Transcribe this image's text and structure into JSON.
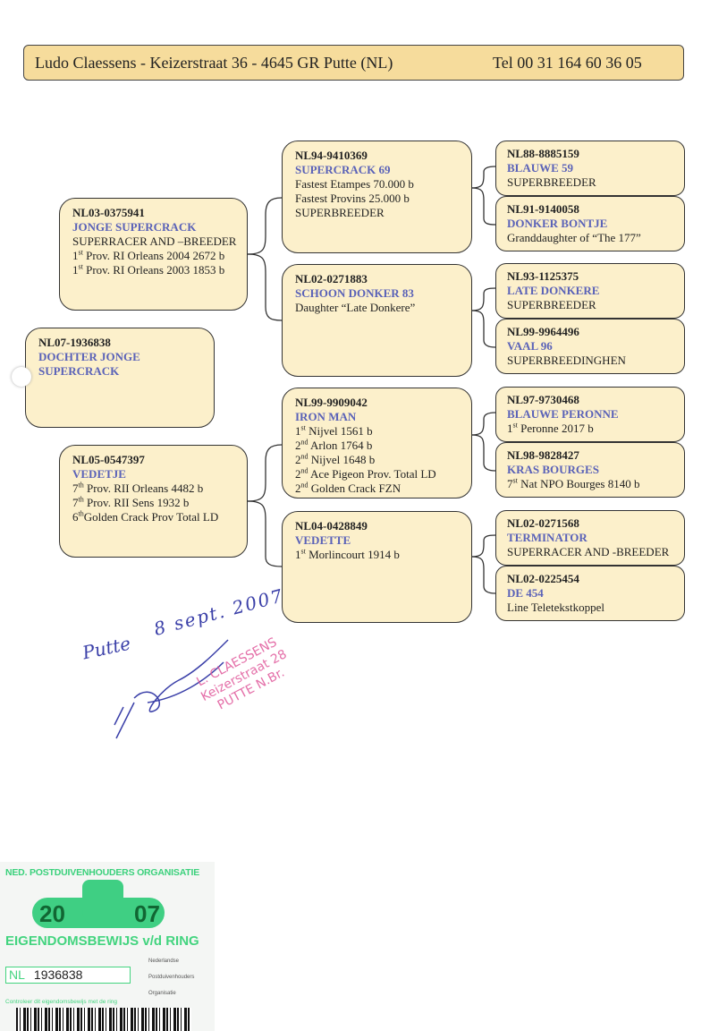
{
  "header": {
    "address": "Ludo Claessens - Keizerstraat 36 - 4645 GR  Putte (NL)",
    "tel": "Tel 00 31 164 60 36 05"
  },
  "pedigree": {
    "subject": {
      "ring": "NL07-1936838",
      "name": "DOCHTER JONGE SUPERCRACK",
      "lines": []
    },
    "sire": {
      "ring": "NL03-0375941",
      "name": "JONGE SUPERCRACK",
      "lines": [
        {
          "n": "",
          "sup": "",
          "t": "SUPERRACER AND –BREEDER"
        },
        {
          "n": "1",
          "sup": "st",
          "t": " Prov. RI Orleans 2004 2672 b"
        },
        {
          "n": "1",
          "sup": "st",
          "t": " Prov. RI Orleans 2003 1853 b"
        }
      ]
    },
    "dam": {
      "ring": "NL05-0547397",
      "name": "VEDETJE",
      "lines": [
        {
          "n": "7",
          "sup": "th",
          "t": " Prov. RII Orleans 4482 b"
        },
        {
          "n": "7",
          "sup": "th",
          "t": " Prov. RII Sens 1932 b"
        },
        {
          "n": "6",
          "sup": "th",
          "t": "Golden Crack Prov Total LD"
        }
      ]
    },
    "ss": {
      "ring": "NL94-9410369",
      "name": "SUPERCRACK 69",
      "lines": [
        {
          "n": "",
          "sup": "",
          "t": "Fastest Etampes 70.000 b"
        },
        {
          "n": "",
          "sup": "",
          "t": "Fastest Provins 25.000 b"
        },
        {
          "n": "",
          "sup": "",
          "t": "SUPERBREEDER"
        }
      ]
    },
    "sd": {
      "ring": "NL02-0271883",
      "name": "SCHOON DONKER 83",
      "lines": [
        {
          "n": "",
          "sup": "",
          "t": "Daughter “Late Donkere”"
        }
      ]
    },
    "ds": {
      "ring": "NL99-9909042",
      "name": "IRON MAN",
      "lines": [
        {
          "n": "1",
          "sup": "st",
          "t": " Nijvel 1561 b"
        },
        {
          "n": "2",
          "sup": "nd",
          "t": " Arlon 1764 b"
        },
        {
          "n": "2",
          "sup": "nd",
          "t": " Nijvel 1648 b"
        },
        {
          "n": "2",
          "sup": "nd",
          "t": " Ace Pigeon Prov. Total LD"
        },
        {
          "n": "2",
          "sup": "nd",
          "t": " Golden Crack FZN"
        }
      ]
    },
    "dd": {
      "ring": "NL04-0428849",
      "name": "VEDETTE",
      "lines": [
        {
          "n": "1",
          "sup": "st",
          "t": " Morlincourt 1914 b"
        }
      ]
    },
    "sss": {
      "ring": "NL88-8885159",
      "name": "BLAUWE 59",
      "lines": [
        {
          "n": "",
          "sup": "",
          "t": "SUPERBREEDER"
        }
      ]
    },
    "ssd": {
      "ring": "NL91-9140058",
      "name": "DONKER BONTJE",
      "lines": [
        {
          "n": "",
          "sup": "",
          "t": "Granddaughter of “The 177”"
        }
      ]
    },
    "sds": {
      "ring": "NL93-1125375",
      "name": "LATE DONKERE",
      "lines": [
        {
          "n": "",
          "sup": "",
          "t": "SUPERBREEDER"
        }
      ]
    },
    "sdd": {
      "ring": "NL99-9964496",
      "name": "VAAL 96",
      "lines": [
        {
          "n": "",
          "sup": "",
          "t": "SUPERBREEDINGHEN"
        }
      ]
    },
    "dss": {
      "ring": "NL97-9730468",
      "name": "BLAUWE PERONNE",
      "lines": [
        {
          "n": "1",
          "sup": "st",
          "t": " Peronne 2017 b"
        }
      ]
    },
    "dsd": {
      "ring": "NL98-9828427",
      "name": "KRAS BOURGES",
      "lines": [
        {
          "n": "7",
          "sup": "st",
          "t": " Nat NPO Bourges 8140 b"
        }
      ]
    },
    "dds": {
      "ring": "NL02-0271568",
      "name": "TERMINATOR",
      "lines": [
        {
          "n": "",
          "sup": "",
          "t": "SUPERRACER AND -BREEDER"
        }
      ]
    },
    "ddd": {
      "ring": "NL02-0225454",
      "name": "DE 454",
      "lines": [
        {
          "n": "",
          "sup": "",
          "t": "Line Teletekstkoppel"
        }
      ]
    }
  },
  "handwriting": {
    "place": "Putte",
    "date": "8 sept. 2007"
  },
  "stamp": {
    "line1": "L. CLAESSENS",
    "line2": "Keizerstraat 28",
    "line3": "PUTTE N.Br."
  },
  "ring_card": {
    "organisation": "NED. POSTDUIVENHOUDERS ORGANISATIE",
    "year_left": "20",
    "year_right": "07",
    "title": "EIGENDOMSBEWIJS v/d RING",
    "country": "NL",
    "ring_number": "1936838",
    "npo_1": "Nederlandse",
    "npo_2": "Postduivenhouders",
    "npo_3": "Organisatie",
    "note": "Controleer dit eigendomsbewijs met de ring"
  },
  "colors": {
    "box_fill": "#fcf0cb",
    "header_fill": "#f6dc9c",
    "name_blue": "#5a62b8",
    "card_green": "#3fcf83",
    "stamp_pink": "#e0569a"
  }
}
